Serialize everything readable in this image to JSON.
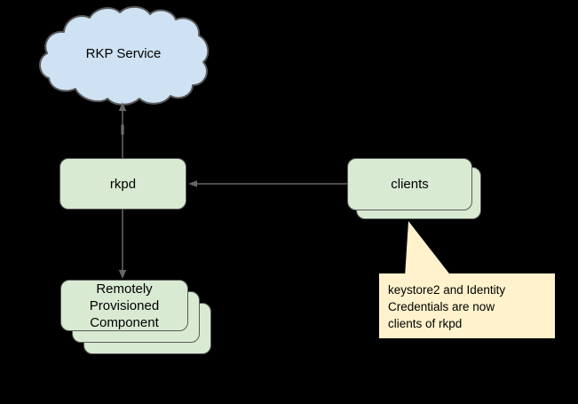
{
  "diagram": {
    "background": "#000000",
    "text_color": "#000000",
    "connector_color": "#666666",
    "nodes": {
      "rkp_service": {
        "label": "RKP Service",
        "shape": "cloud",
        "fill": "#cfe2f3",
        "border": "#595959"
      },
      "rkpd": {
        "label": "rkpd",
        "shape": "rounded-rect",
        "fill": "#d9ead3",
        "border": "#595959"
      },
      "clients": {
        "label": "clients",
        "shape": "rounded-rect-stack",
        "stack_count": 2,
        "fill": "#d9ead3",
        "border": "#595959"
      },
      "remotely_provisioned_component": {
        "label": "Remotely\nProvisioned\nComponent",
        "shape": "rounded-rect-stack",
        "stack_count": 3,
        "fill": "#d9ead3",
        "border": "#595959"
      }
    },
    "callout": {
      "text": "keystore2 and Identity\nCredentials are now\nclients of rkpd",
      "fill": "#fff2cc",
      "points_to": "clients"
    },
    "connectors": [
      {
        "from": "rkpd",
        "to": "rkp_service",
        "arrow_at": "rkp_service"
      },
      {
        "from": "clients",
        "to": "rkpd",
        "arrow_at": "rkpd"
      },
      {
        "from": "rkpd",
        "to": "remotely_provisioned_component",
        "arrow_at": "remotely_provisioned_component"
      }
    ]
  }
}
